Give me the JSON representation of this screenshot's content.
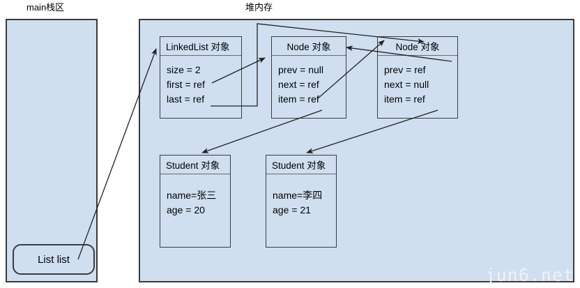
{
  "diagram": {
    "title_stack": "main栈区",
    "title_heap": "堆内存",
    "watermark": "jun6.net",
    "colors": {
      "region_fill": "#cfdff0",
      "region_stroke": "#3b3b3b",
      "arrow_stroke": "#222222",
      "text": "#000000",
      "watermark": "#f2f2f2"
    }
  },
  "stack": {
    "variable": {
      "label": "List list"
    }
  },
  "heap": {
    "objects": [
      {
        "id": "linkedlist",
        "title": "LinkedList 对象",
        "fields": [
          "size =  2",
          "first = ref",
          "last = ref"
        ]
      },
      {
        "id": "node1",
        "title": "Node 对象",
        "fields": [
          "prev = null",
          "next = ref",
          "item = ref"
        ]
      },
      {
        "id": "node2",
        "title": "Node 对象",
        "fields": [
          "prev = ref",
          "next = null",
          "item = ref"
        ]
      },
      {
        "id": "student1",
        "title": "Student 对象",
        "fields": [
          "name=张三",
          "age = 20"
        ]
      },
      {
        "id": "student2",
        "title": "Student 对象",
        "fields": [
          "name=李四",
          "age = 21"
        ]
      }
    ]
  }
}
